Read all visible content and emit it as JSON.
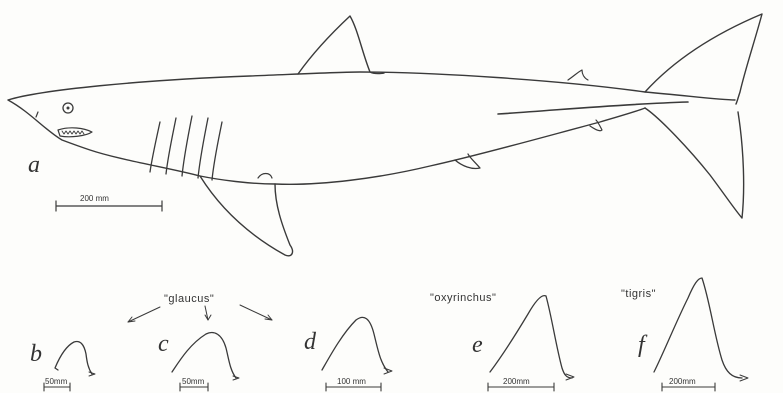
{
  "panels": {
    "a": {
      "letter": "a",
      "scale": "200 mm"
    },
    "b": {
      "letter": "b",
      "scale": "50mm"
    },
    "c": {
      "letter": "c",
      "scale": "50mm"
    },
    "d": {
      "letter": "d",
      "scale": "100 mm"
    },
    "e": {
      "letter": "e",
      "scale": "200mm",
      "name": "\"oxyrinchus\""
    },
    "f": {
      "letter": "f",
      "scale": "200mm",
      "name": "\"tigris\""
    }
  },
  "glaucus_label": "\"glaucus\""
}
